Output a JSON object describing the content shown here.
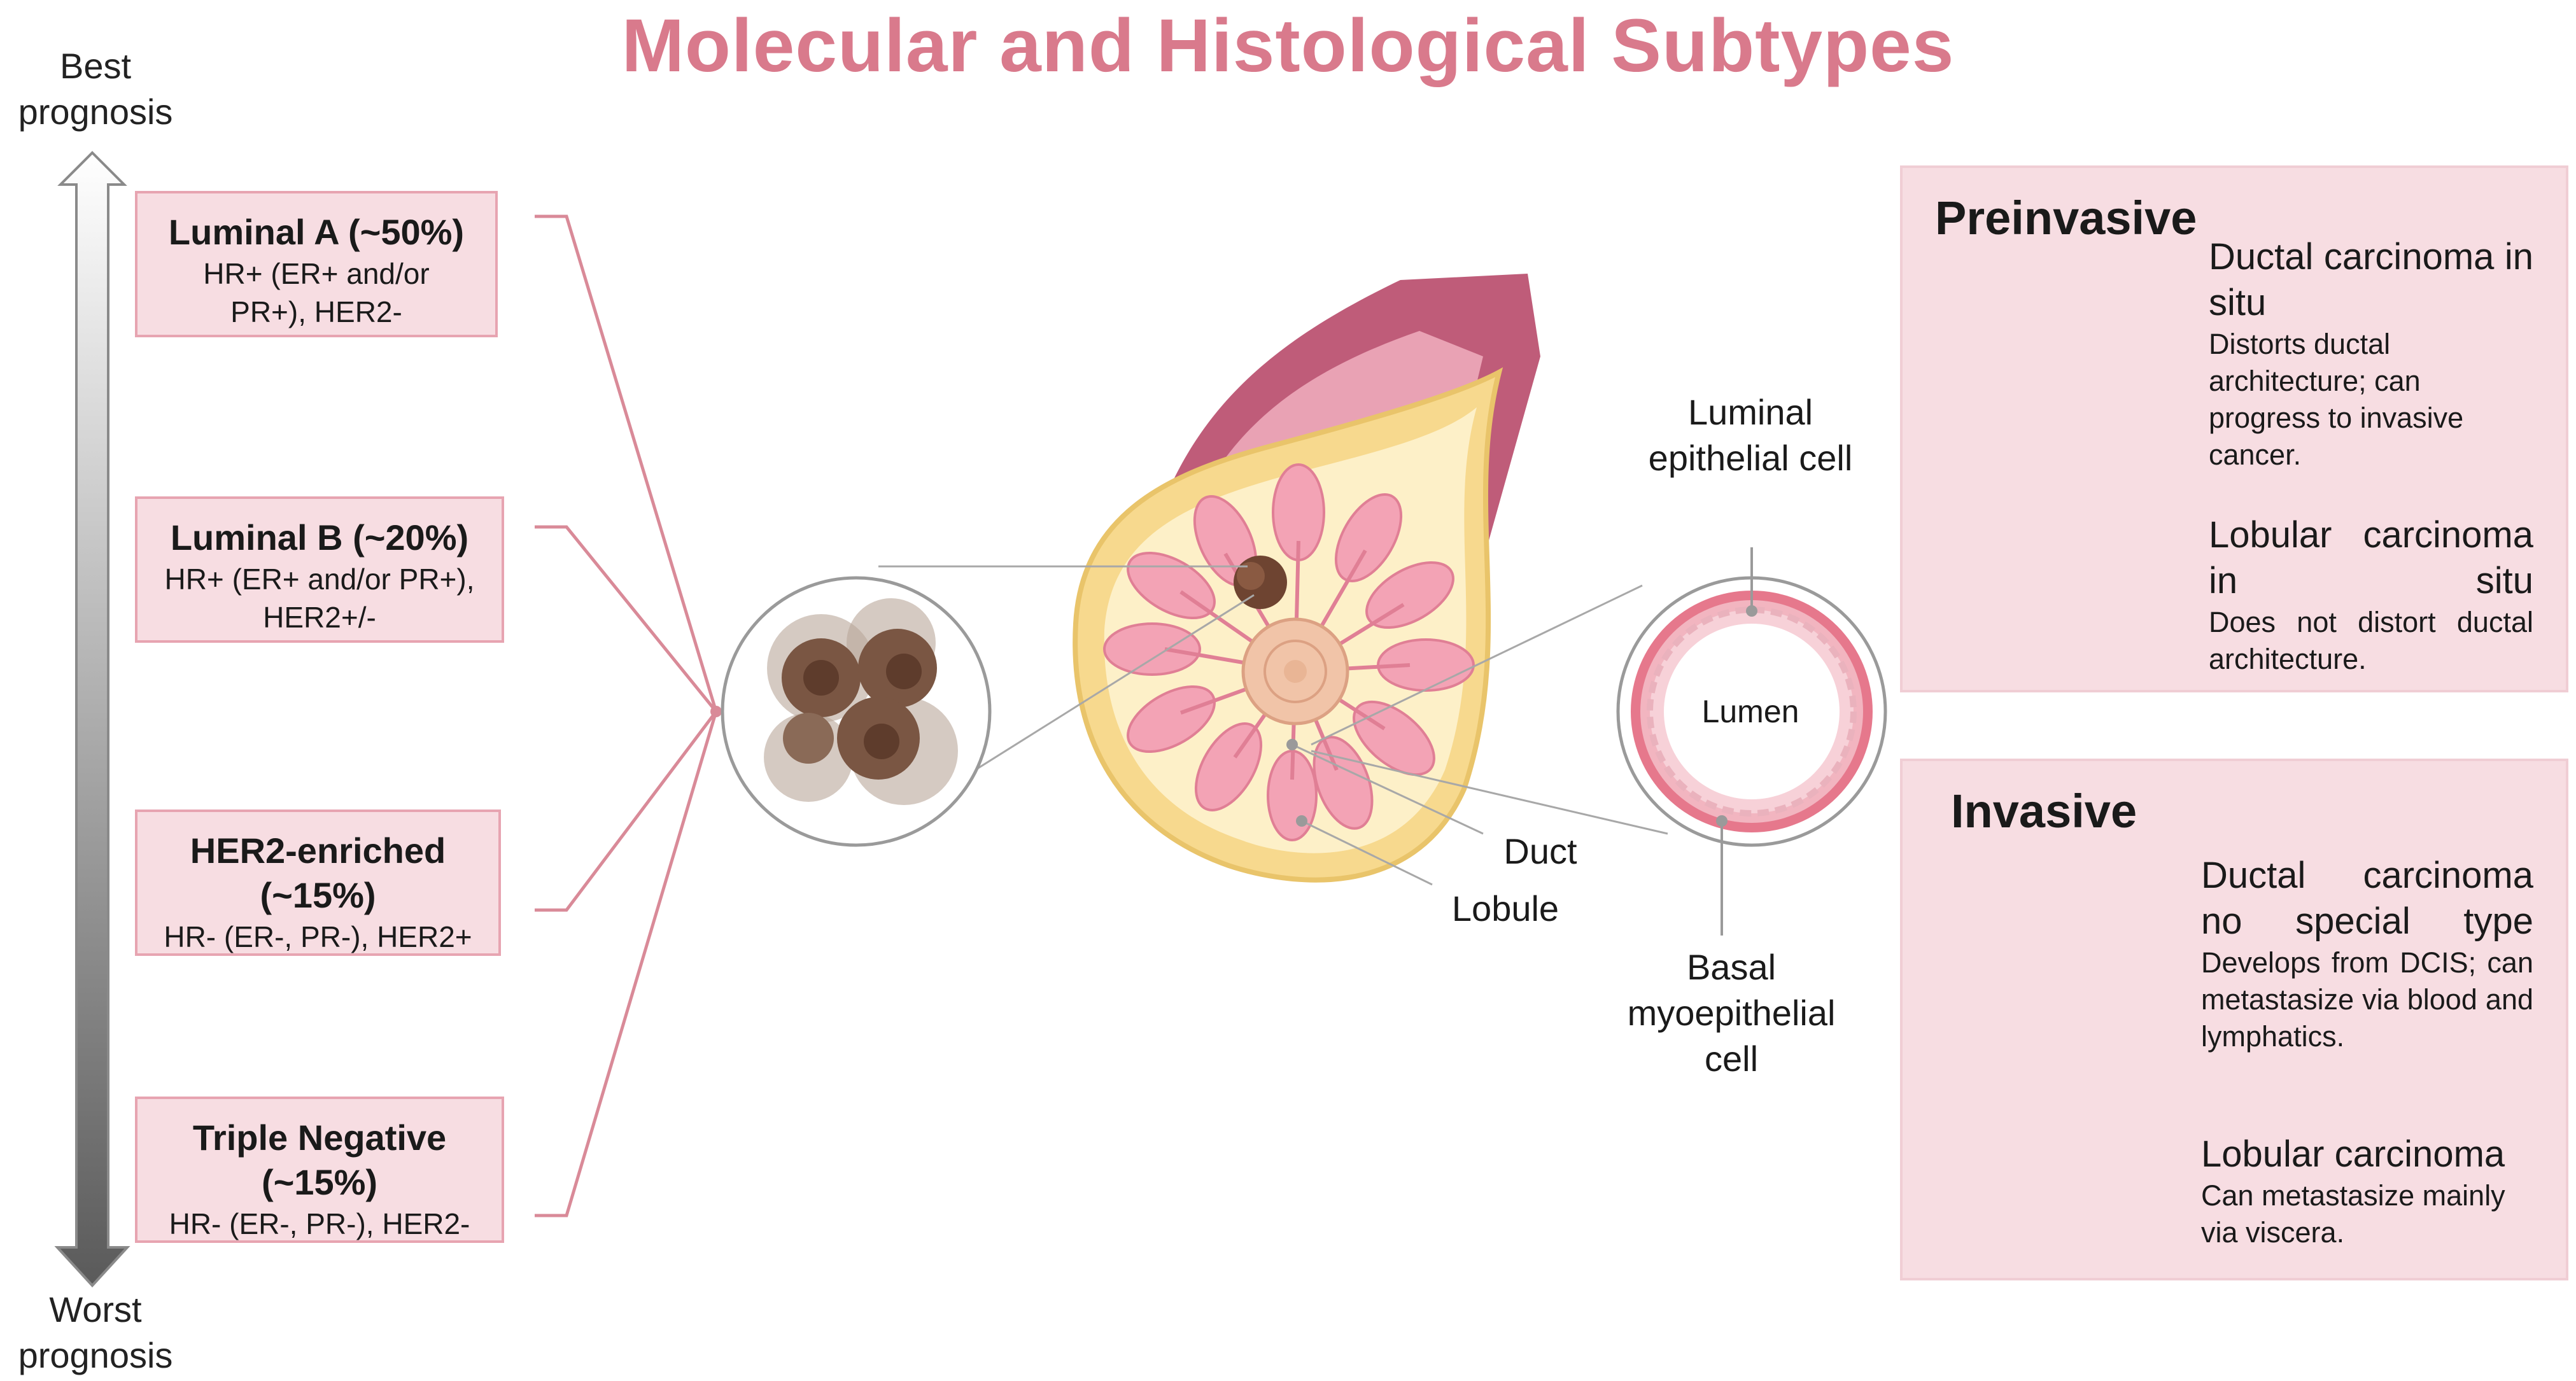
{
  "title": "Molecular and Histological Subtypes",
  "prognosis_scale": {
    "top": "Best prognosis",
    "bottom": "Worst prognosis"
  },
  "molecular_subtypes": [
    {
      "name": "Luminal A (~50%)",
      "description": "HR+ (ER+ and/or PR+), HER2-"
    },
    {
      "name": "Luminal B (~20%)",
      "description": "HR+ (ER+ and/or PR+), HER2+/-"
    },
    {
      "name": "HER2-enriched (~15%)",
      "description": "HR- (ER-, PR-), HER2+"
    },
    {
      "name": "Triple Negative (~15%)",
      "description": "HR- (ER-, PR-), HER2-"
    }
  ],
  "anatomy_labels": {
    "luminal_cell": "Luminal epithelial cell",
    "lumen": "Lumen",
    "basal_cell": "Basal myoepithelial cell",
    "duct": "Duct",
    "lobule": "Lobule"
  },
  "preinvasive": {
    "title": "Preinvasive",
    "entries": [
      {
        "name": "Ductal carcinoma in situ",
        "description": "Distorts ductal architecture; can progress to invasive cancer."
      },
      {
        "name": "Lobular carcinoma in situ",
        "description": "Does not distort ductal architecture."
      }
    ]
  },
  "invasive": {
    "title": "Invasive",
    "entries": [
      {
        "name": "Ductal carcinoma no special type",
        "description": "Develops from DCIS; can metastasize via blood and lymphatics."
      },
      {
        "name": "Lobular carcinoma",
        "description": "Can metastasize mainly via viscera."
      }
    ]
  },
  "colors": {
    "title": "#d97a8c",
    "panel_fill": "#f7dde2",
    "box_border": "#e7a4b1",
    "connector": "#d98a98",
    "tumor_brown": "#7a5643",
    "breast_fill": "#fbe9b4"
  }
}
